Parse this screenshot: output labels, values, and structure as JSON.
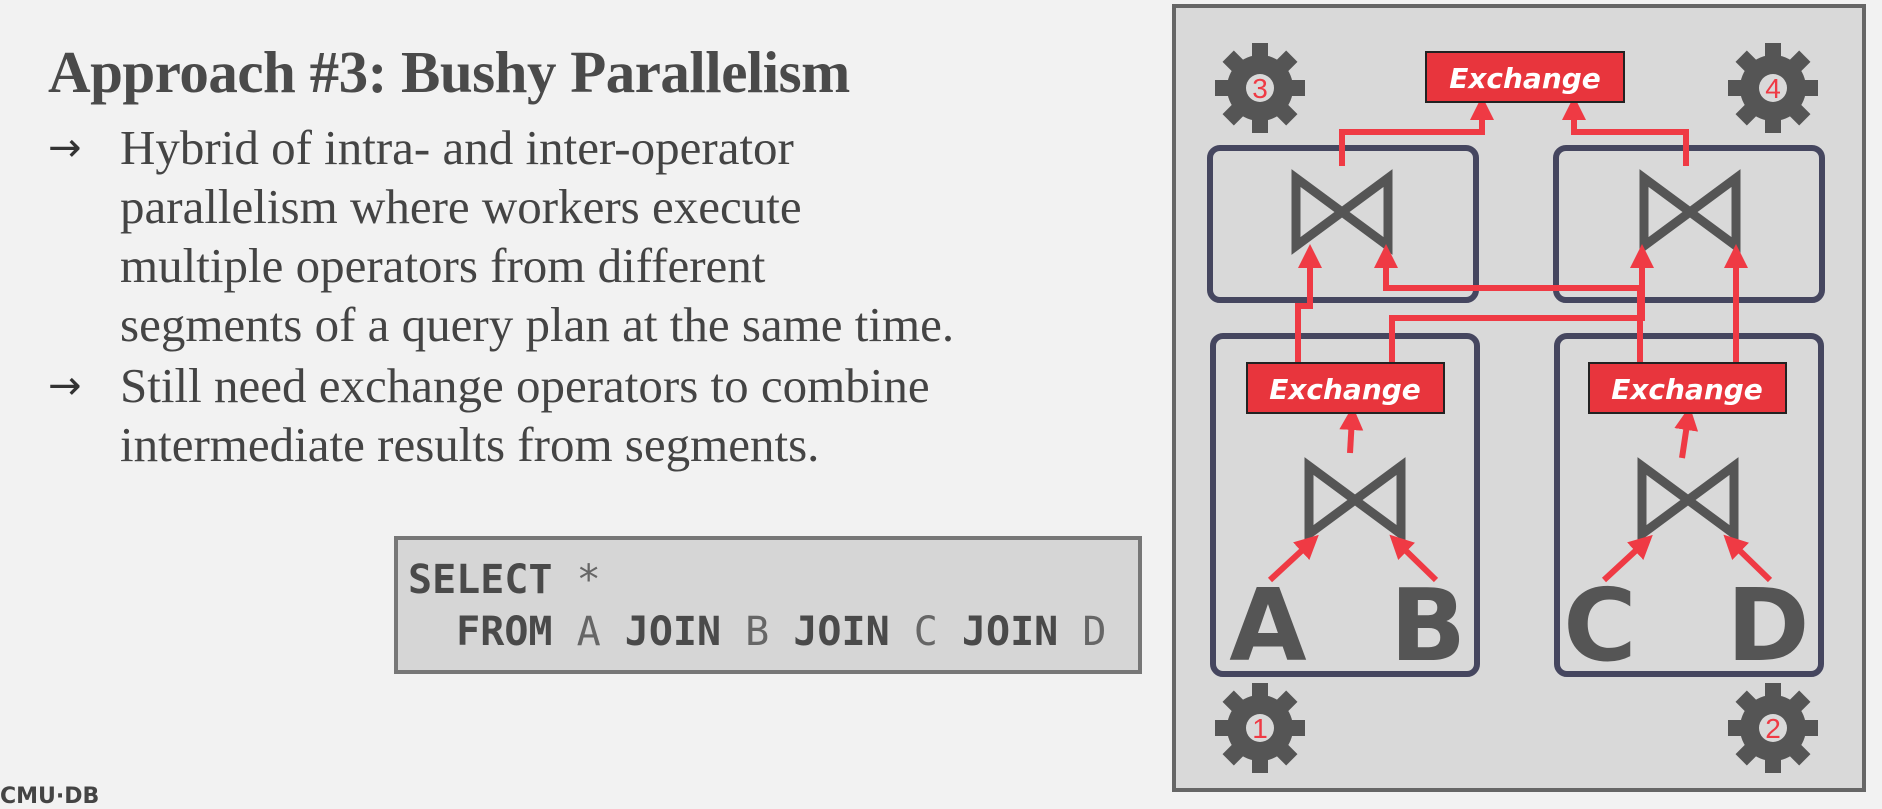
{
  "slide": {
    "title": "Approach #3: Bushy Parallelism",
    "bullet_glyph": "→",
    "bullets": [
      [
        "Hybrid of intra- and inter-operator",
        "parallelism where workers execute",
        "multiple operators from different",
        "segments of a query plan at the same time."
      ],
      [
        "Still need exchange operators to combine",
        "intermediate results from segments."
      ]
    ],
    "footer": "CMU·DB"
  },
  "sql": {
    "line1": {
      "select": "SELECT",
      "star": " *"
    },
    "line2": {
      "from": "FROM",
      "t1": " A ",
      "j1": "JOIN",
      "t2": " B ",
      "j2": "JOIN",
      "t3": " C ",
      "j3": "JOIN",
      "t4": " D"
    }
  },
  "diagram": {
    "exchange_label": "Exchange",
    "tables": [
      "A",
      "B",
      "C",
      "D"
    ],
    "workers": [
      "1",
      "2",
      "3",
      "4"
    ],
    "join_icon": "bowtie-join-icon",
    "colors": {
      "exchange": "#e8353d",
      "arrow": "#ef3a44",
      "worker_box": "#45465f",
      "gear": "#555555",
      "text": "#555555"
    }
  }
}
